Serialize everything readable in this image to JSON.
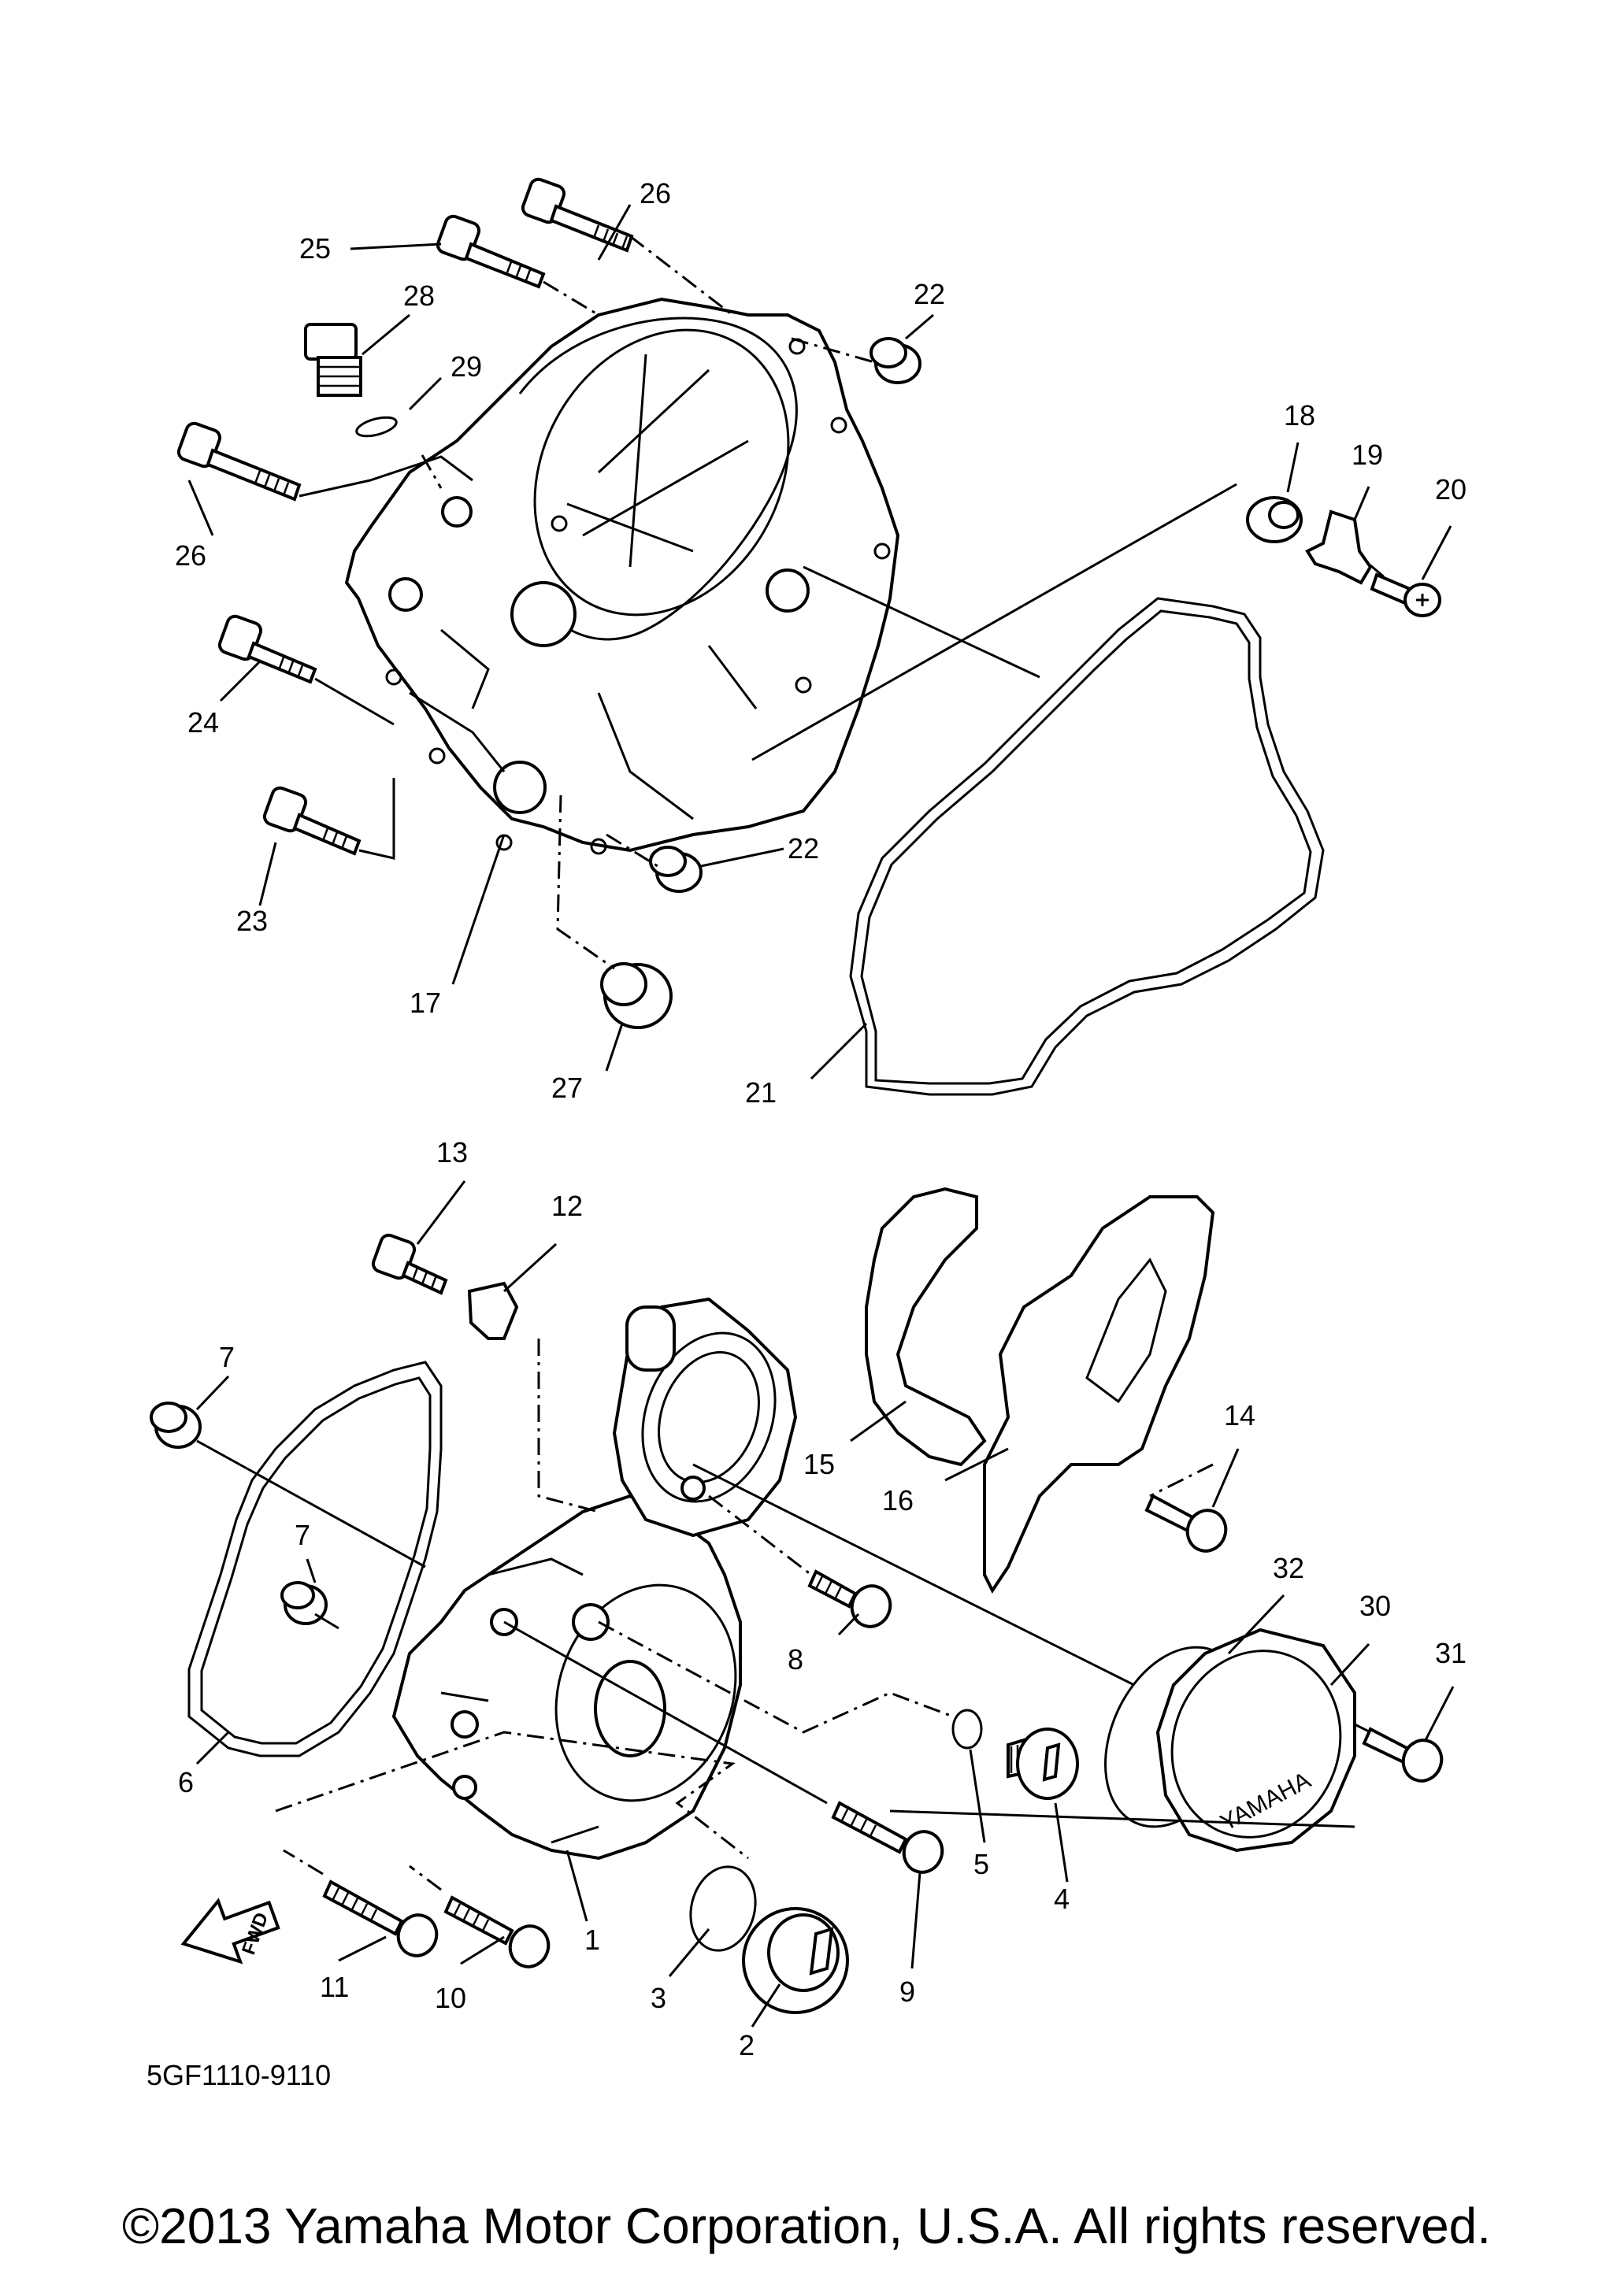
{
  "callouts": [
    {
      "id": "c26a",
      "text": "26"
    },
    {
      "id": "c25",
      "text": "25"
    },
    {
      "id": "c28",
      "text": "28"
    },
    {
      "id": "c29",
      "text": "29"
    },
    {
      "id": "c22a",
      "text": "22"
    },
    {
      "id": "c26b",
      "text": "26"
    },
    {
      "id": "c24",
      "text": "24"
    },
    {
      "id": "c23",
      "text": "23"
    },
    {
      "id": "c17",
      "text": "17"
    },
    {
      "id": "c27",
      "text": "27"
    },
    {
      "id": "c22b",
      "text": "22"
    },
    {
      "id": "c21",
      "text": "21"
    },
    {
      "id": "c18",
      "text": "18"
    },
    {
      "id": "c19",
      "text": "19"
    },
    {
      "id": "c20",
      "text": "20"
    },
    {
      "id": "c13",
      "text": "13"
    },
    {
      "id": "c12",
      "text": "12"
    },
    {
      "id": "c7a",
      "text": "7"
    },
    {
      "id": "c7b",
      "text": "7"
    },
    {
      "id": "c6",
      "text": "6"
    },
    {
      "id": "c15",
      "text": "15"
    },
    {
      "id": "c16",
      "text": "16"
    },
    {
      "id": "c14",
      "text": "14"
    },
    {
      "id": "c8",
      "text": "8"
    },
    {
      "id": "c32",
      "text": "32"
    },
    {
      "id": "c30",
      "text": "30"
    },
    {
      "id": "c31",
      "text": "31"
    },
    {
      "id": "c5",
      "text": "5"
    },
    {
      "id": "c4",
      "text": "4"
    },
    {
      "id": "c1",
      "text": "1"
    },
    {
      "id": "c9",
      "text": "9"
    },
    {
      "id": "c3",
      "text": "3"
    },
    {
      "id": "c2",
      "text": "2"
    },
    {
      "id": "c11",
      "text": "11"
    },
    {
      "id": "c10",
      "text": "10"
    }
  ],
  "diagram_code": "5GF1110-9110",
  "fwd_label": "FWD",
  "cover_logo": "YAMAHA",
  "copyright": "©2013 Yamaha Motor Corporation, U.S.A. All rights reserved."
}
